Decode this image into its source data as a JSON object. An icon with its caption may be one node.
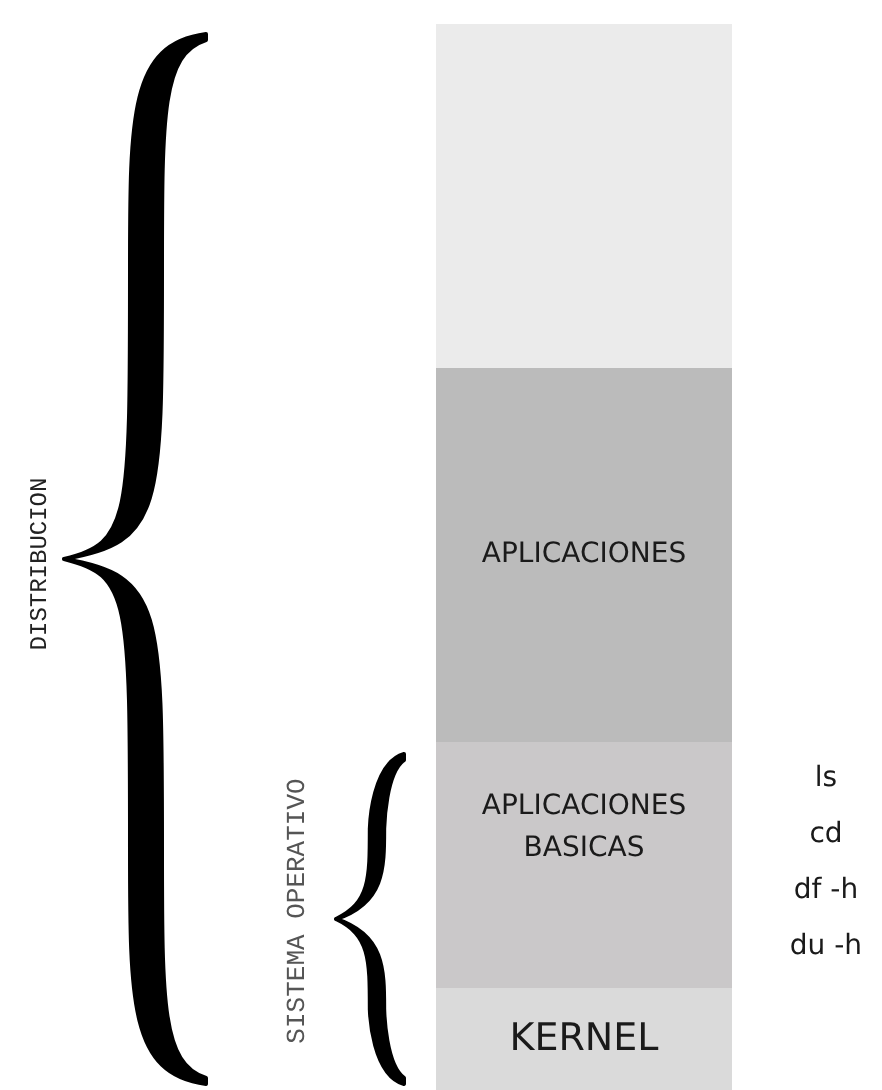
{
  "diagram": {
    "nodes": [
      {
        "text": [],
        "shape": "box"
      },
      {
        "text": [
          "APLICACIONES"
        ]
      },
      {
        "text": [
          "APLICACIONES BASICAS"
        ]
      },
      {
        "text": [
          "KERNEL"
        ]
      }
    ],
    "labels": [
      "DISTRIBUCION",
      "SISTEMA OPERATIVO",
      "ls",
      "cd",
      "df -h",
      "du -h"
    ]
  }
}
